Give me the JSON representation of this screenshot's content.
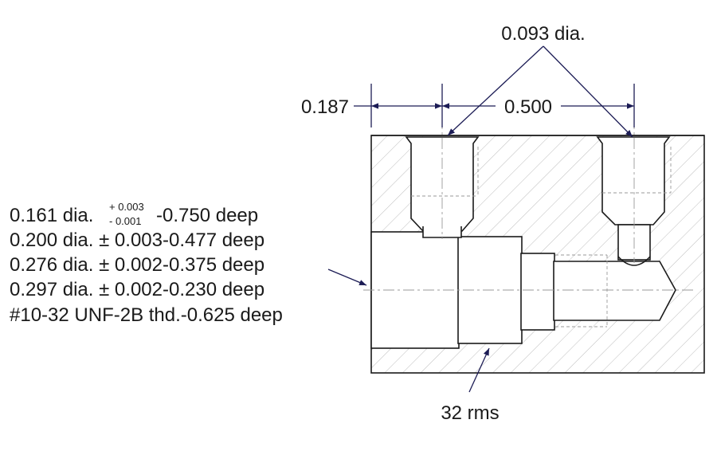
{
  "dimensions": {
    "spacing_left": "0.187",
    "spacing_right": "0.500",
    "hole_dia": "0.093 dia."
  },
  "callouts": {
    "line1_main": "0.161 dia.",
    "line1_tol_plus": "+ 0.003",
    "line1_tol_minus": "- 0.001",
    "line1_tail": "-0.750 deep",
    "line2": "0.200 dia. ± 0.003-0.477 deep",
    "line3": "0.276 dia. ± 0.002-0.375 deep",
    "line4": "0.297 dia. ± 0.002-0.230 deep",
    "line5": "#10-32 UNF-2B thd.-0.625 deep"
  },
  "surface_finish": "32 rms",
  "colors": {
    "outline": "#1a1a1a",
    "dimension_lines": "#1c1c55",
    "hatch": "#bdbdbd",
    "hidden_lines": "#9a9a9a"
  }
}
